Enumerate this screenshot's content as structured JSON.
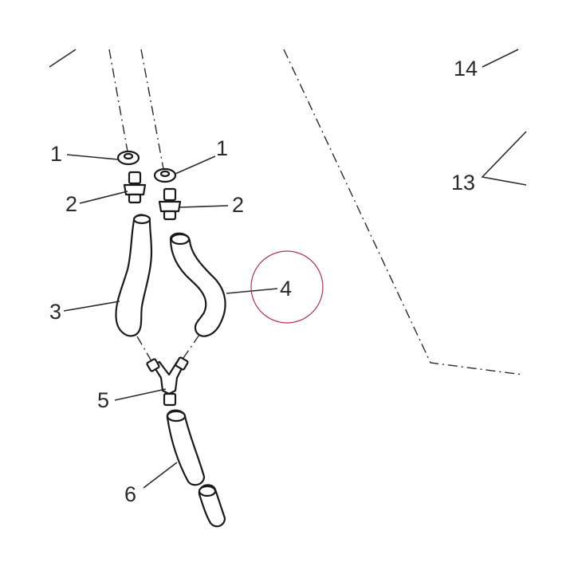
{
  "callouts": {
    "c1_left": "1",
    "c1_right": "1",
    "c2_left": "2",
    "c2_right": "2",
    "c3": "3",
    "c4": "4",
    "c5": "5",
    "c6": "6",
    "c13": "13",
    "c14": "14"
  },
  "colors": {
    "ink": "#1a1a1a",
    "highlight_circle": "#b0314c"
  }
}
